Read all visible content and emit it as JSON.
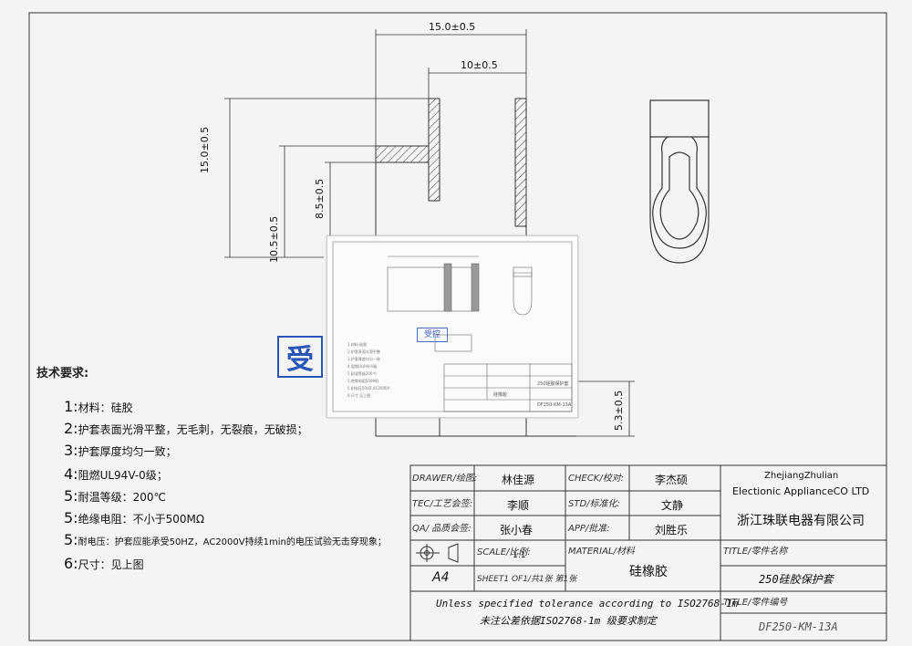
{
  "dimensions": {
    "width_15": "15.0±0.5",
    "width_10": "10±0.5",
    "height_15": "15.0±0.5",
    "height_10_5": "10.5±0.5",
    "height_8_5": "8.5±0.5",
    "height_5_3": "5.3±0.5"
  },
  "stamp": {
    "text": "受"
  },
  "tech_requirements": {
    "title": "技术要求:",
    "items": [
      {
        "num": "1:",
        "text": "材料：硅胶"
      },
      {
        "num": "2:",
        "text": "护套表面光滑平整，无毛刺，无裂痕，无破损；"
      },
      {
        "num": "3:",
        "text": "护套厚度均匀一致；"
      },
      {
        "num": "4:",
        "text": "阻燃UL94V-0级；"
      },
      {
        "num": "5:",
        "text": "耐温等级：200℃"
      },
      {
        "num": "5:",
        "text": "绝缘电阻：不小于500MΩ"
      },
      {
        "num": "5:",
        "text": "耐电压：护套应能承受50HZ，AC2000V持续1min的电压试验无击穿现象；"
      },
      {
        "num": "6:",
        "text": "尺寸：见上图"
      }
    ]
  },
  "title_block": {
    "drawer_label": "DRAWER/绘图:",
    "drawer": "林佳源",
    "check_label": "CHECK/校对:",
    "check": "李杰硕",
    "tec_label": "TEC/工艺会签:",
    "tec": "李顺",
    "std_label": "STD/标准化:",
    "std": "文静",
    "qa_label": "QA/ 品质会签:",
    "qa": "张小春",
    "app_label": "APP/批准:",
    "app": "刘胜乐",
    "company_en1": "ZhejiangZhulian",
    "company_en2": "Electionic ApplianceCO LTD",
    "company_cn": "浙江珠联电器有限公司",
    "scale_label": "SCALE/比例:",
    "scale": "1:1",
    "material_label": "MATERIAL/材料",
    "material": "硅橡胶",
    "title_label": "TITLE/零件名称",
    "title": "250硅胶保护套",
    "paper": "A4",
    "sheet": "SHEET1 OF1/共1张 第1张",
    "tolerance_en": "Unless specified tolerance according to ISO2768-1m",
    "tolerance_cn": "未注公差依据ISO2768-1m 级要求制定",
    "part_no_label": "TITLE/零件编号",
    "part_no": "DF250-KM-13A"
  },
  "photo": {
    "mini_stamp": "受控",
    "mini_material": "硅橡胶",
    "mini_title": "250硅胶保护套",
    "mini_part_no": "DF250-KM-13A"
  }
}
